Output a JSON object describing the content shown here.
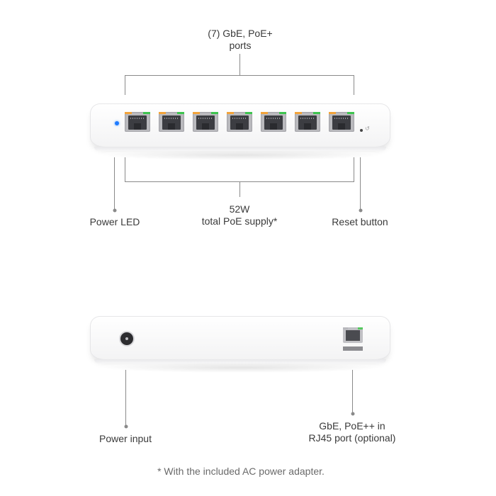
{
  "callouts": {
    "ports": {
      "line1": "(7) GbE, PoE+",
      "line2": "ports"
    },
    "poe_supply": {
      "line1": "52W",
      "line2": "total PoE supply*"
    },
    "power_led": "Power LED",
    "reset_button": "Reset button",
    "power_input": "Power input",
    "uplink_port": {
      "line1": "GbE, PoE++ in",
      "line2": "RJ45 port (optional)"
    }
  },
  "footnote": "* With the included AC power adapter.",
  "front_panel": {
    "port_count": 7,
    "port_led_colors": {
      "activity": "#f2a33a",
      "link": "#3ec44f"
    },
    "power_led_color": "#1f7bff"
  },
  "rear_panel": {
    "port_count": 1
  }
}
